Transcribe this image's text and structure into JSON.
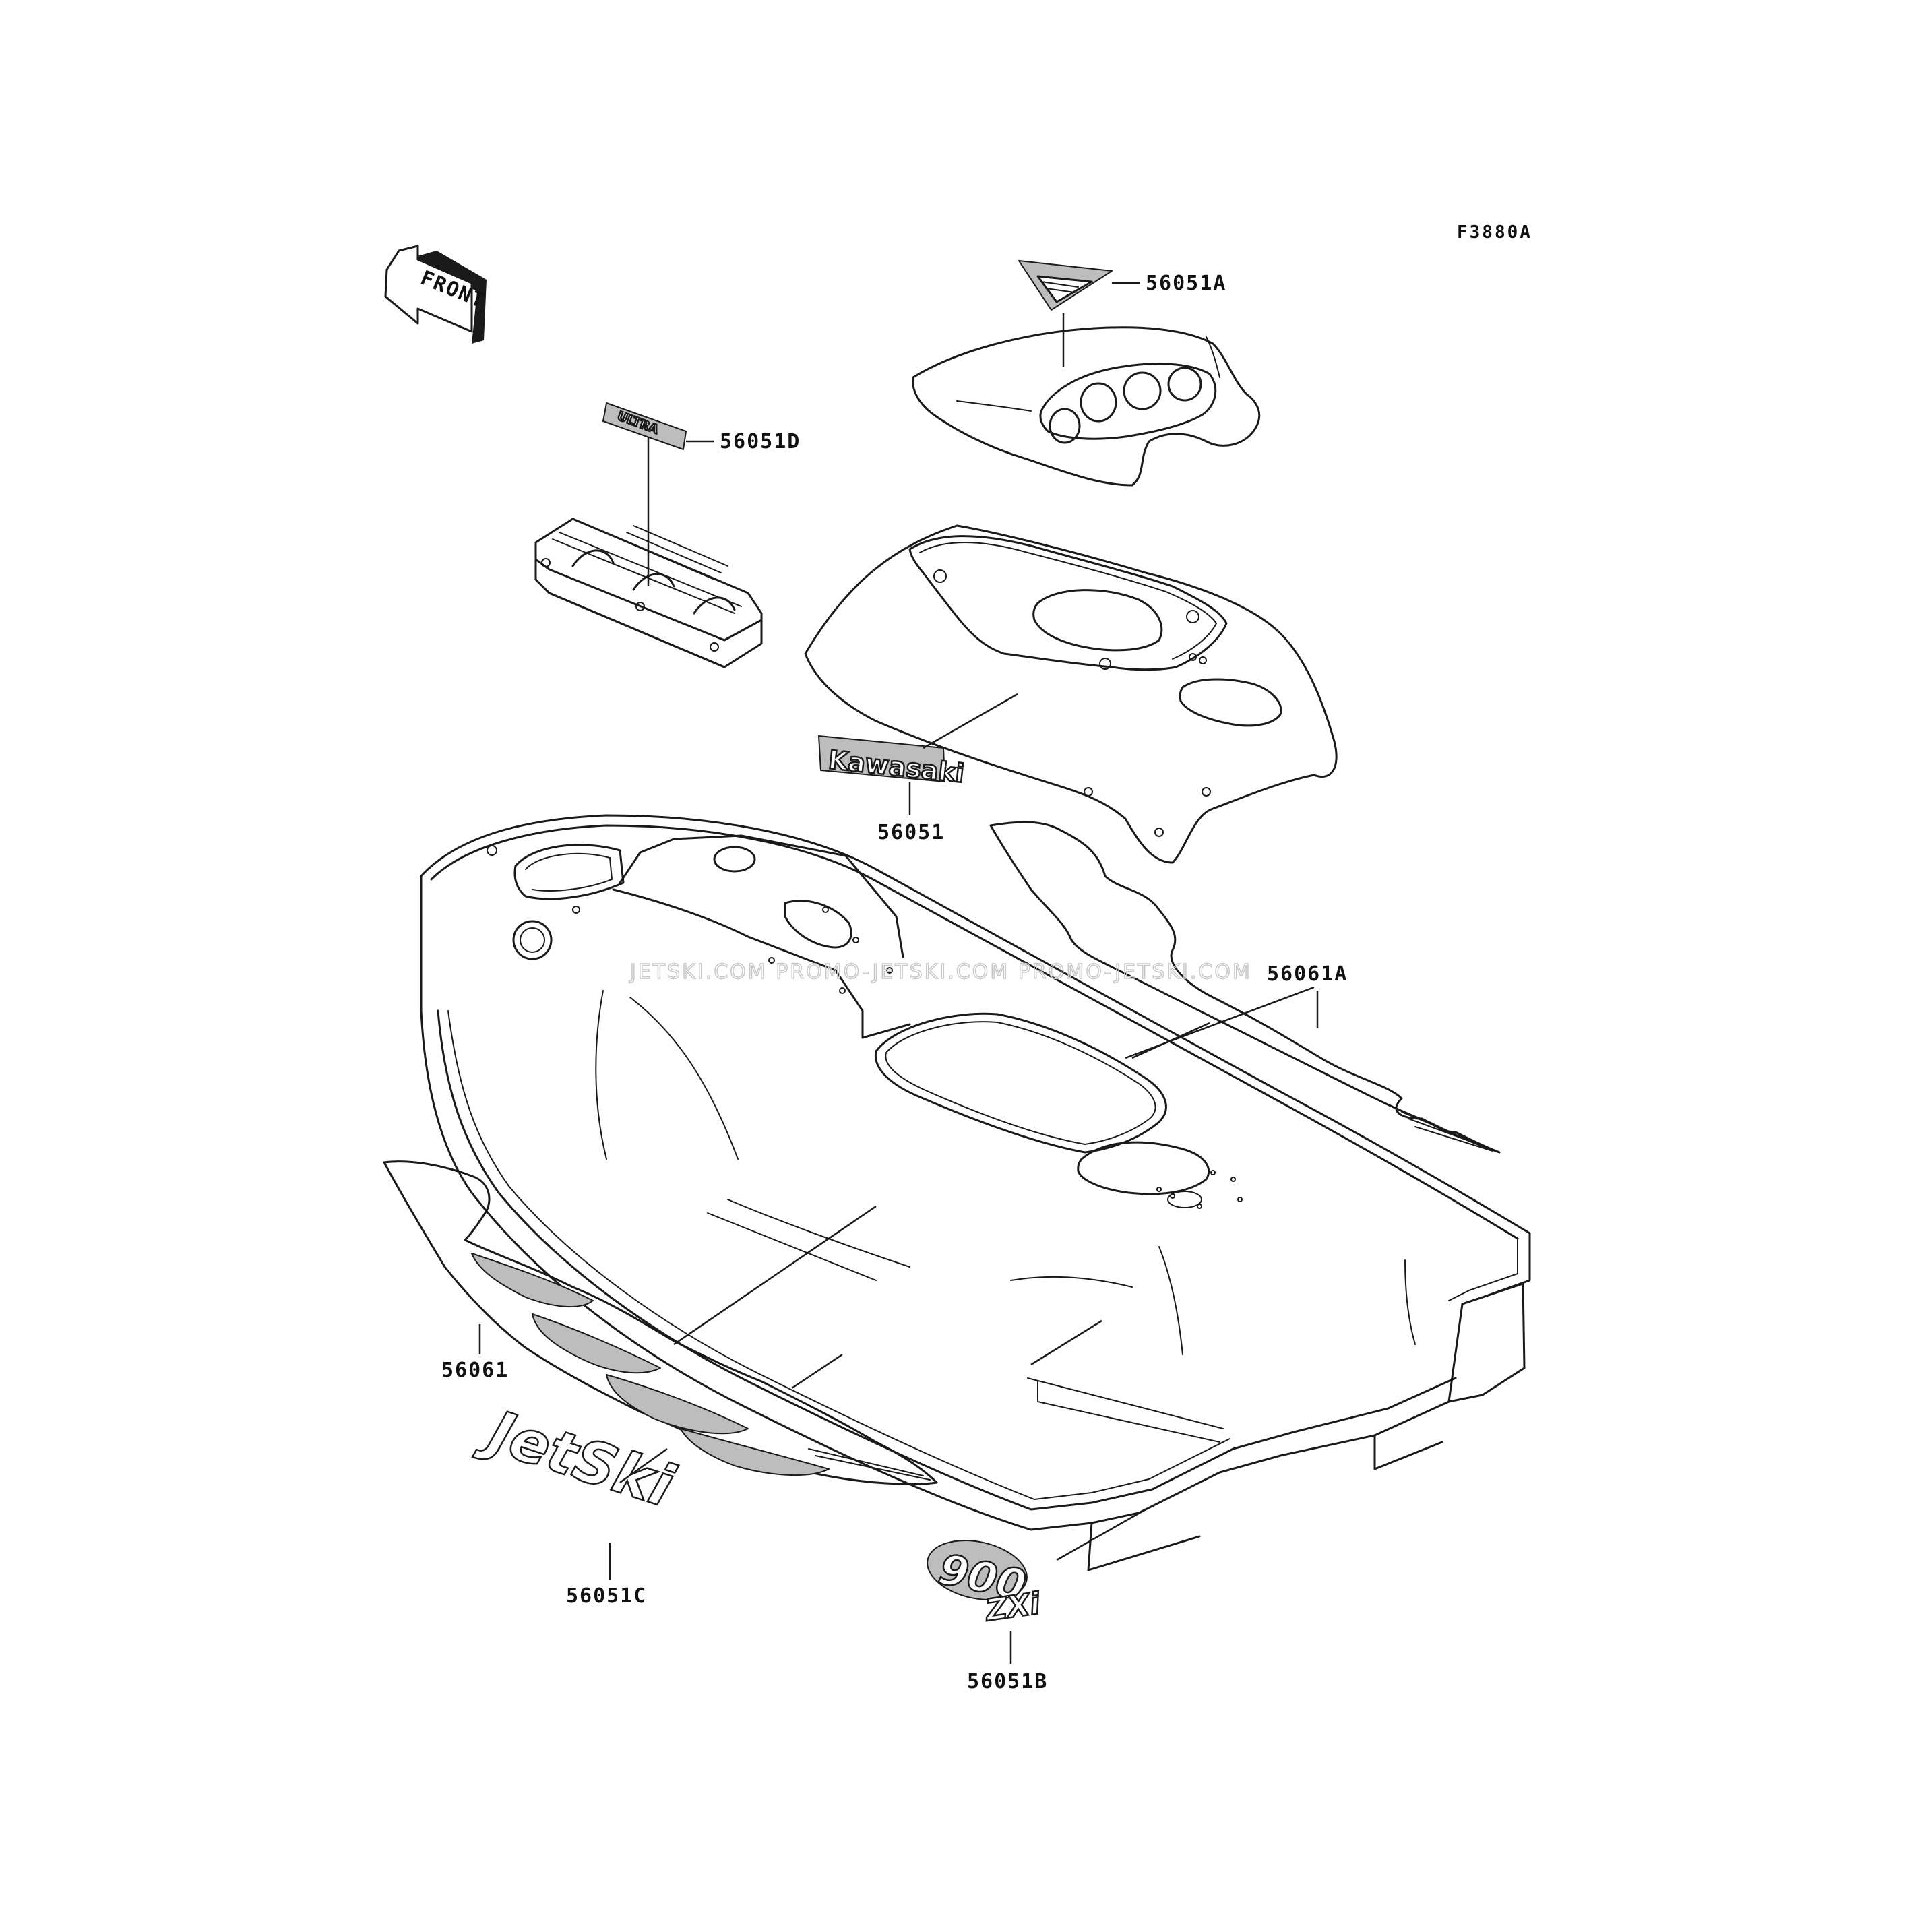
{
  "figure_code": "F3880A",
  "front_arrow_label": "FRONT",
  "watermark": "JETSKI.COM  PROMO-JETSKI.COM  PROMO-JETSKI.COM",
  "decals": {
    "kawasaki": "Kawasaki",
    "jetski": "JetSki",
    "model_900": "900",
    "model_zxi": "ZXi",
    "ultra": "ULTRA"
  },
  "parts": [
    {
      "id": "56051A",
      "label": "56051A"
    },
    {
      "id": "56051D",
      "label": "56051D"
    },
    {
      "id": "56051",
      "label": "56051"
    },
    {
      "id": "56061A",
      "label": "56061A"
    },
    {
      "id": "56061",
      "label": "56061"
    },
    {
      "id": "56051C",
      "label": "56051C"
    },
    {
      "id": "56051B",
      "label": "56051B"
    }
  ]
}
